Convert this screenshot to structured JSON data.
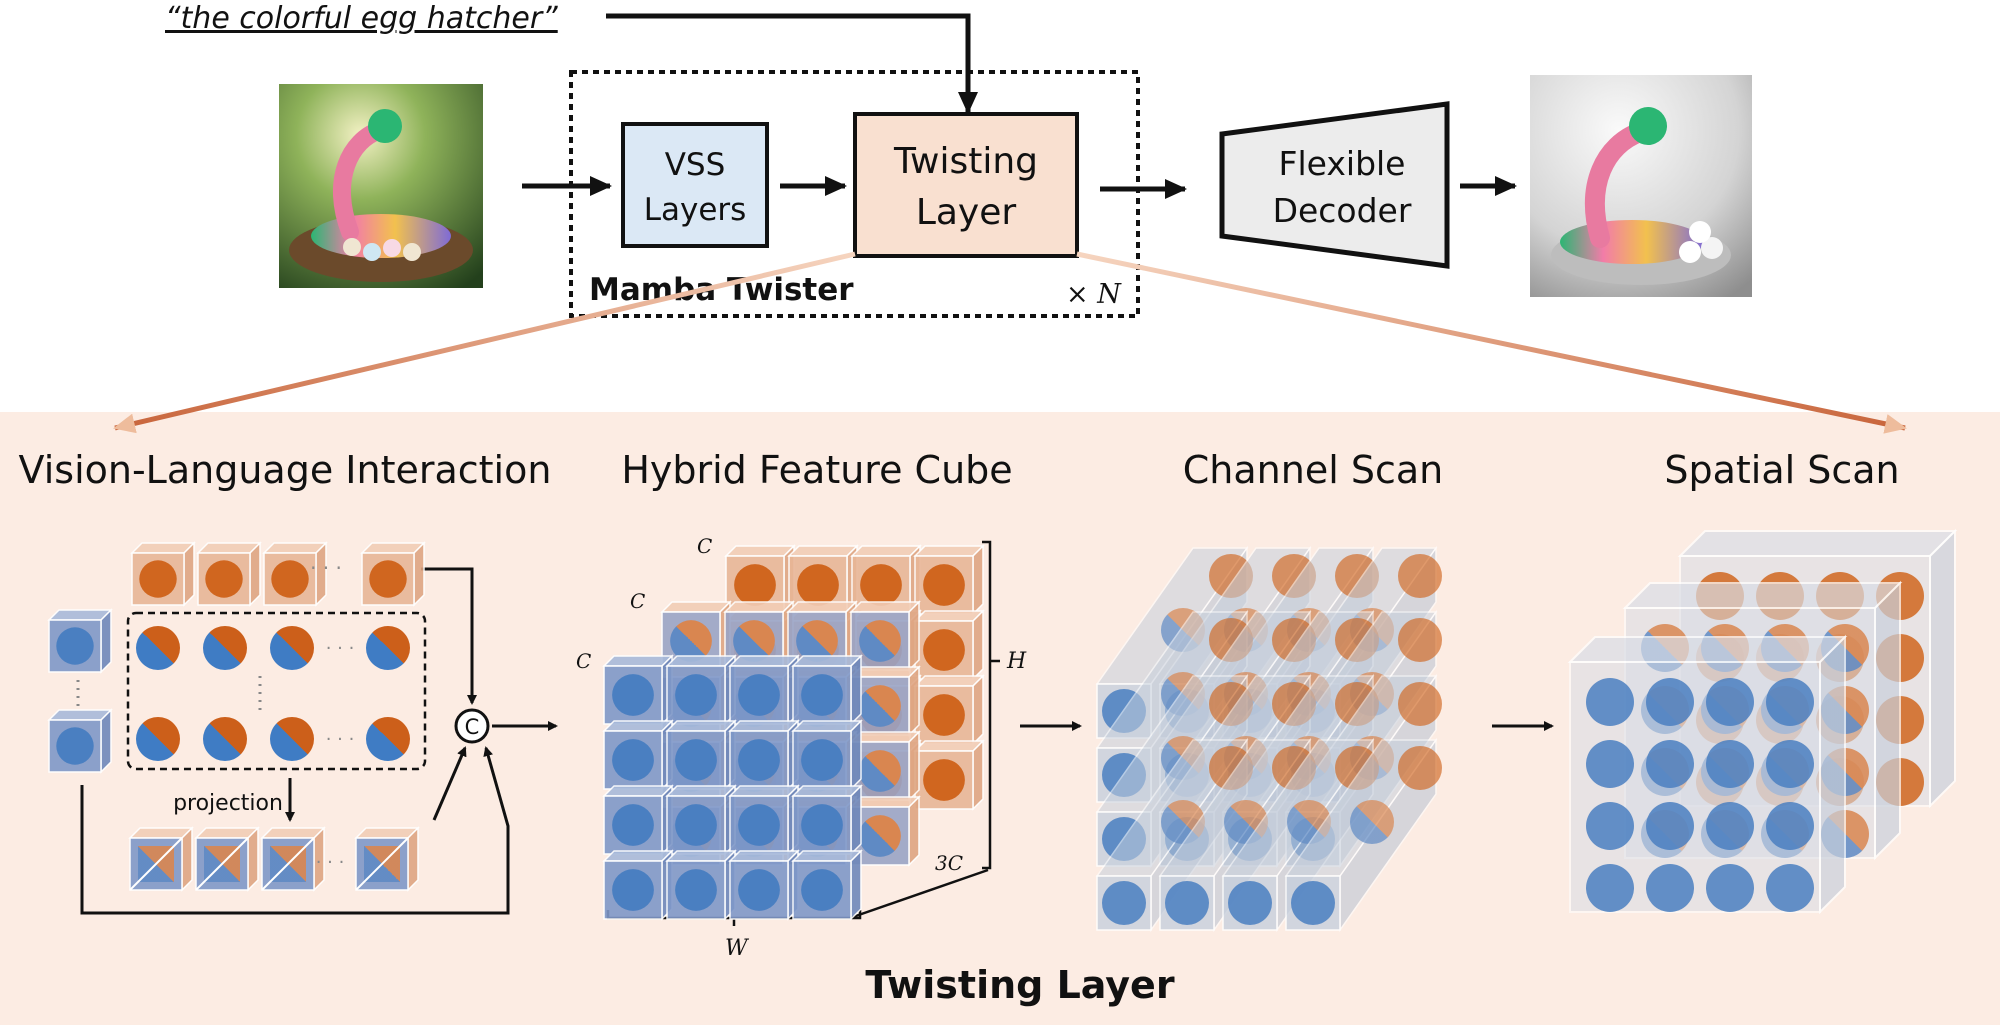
{
  "top": {
    "prompt": "“the colorful egg hatcher”",
    "vss": [
      "VSS",
      "Layers"
    ],
    "twisting": [
      "Twisting",
      "Layer"
    ],
    "decoder": [
      "Flexible",
      "Decoder"
    ],
    "twister_title": "Mamba Twister",
    "repeat": "× N"
  },
  "bottom": {
    "vl_title": "Vision-Language Interaction",
    "cube_title": "Hybrid Feature Cube",
    "channel_title": "Channel Scan",
    "spatial_title": "Spatial Scan",
    "projection": "projection",
    "concat": "C",
    "dots_h": "· · ·",
    "c_label": "C",
    "h_label": "H",
    "w_label": "W",
    "three_c_label": "3C",
    "footer": "Twisting Layer"
  },
  "colors": {
    "blue": "#4a7fc1",
    "orange": "#d0661f",
    "panel_bg": "#fcece3",
    "vss_fill": "#dbe8f5",
    "twist_fill": "#f9e0d0",
    "decoder_fill": "#ececec"
  }
}
